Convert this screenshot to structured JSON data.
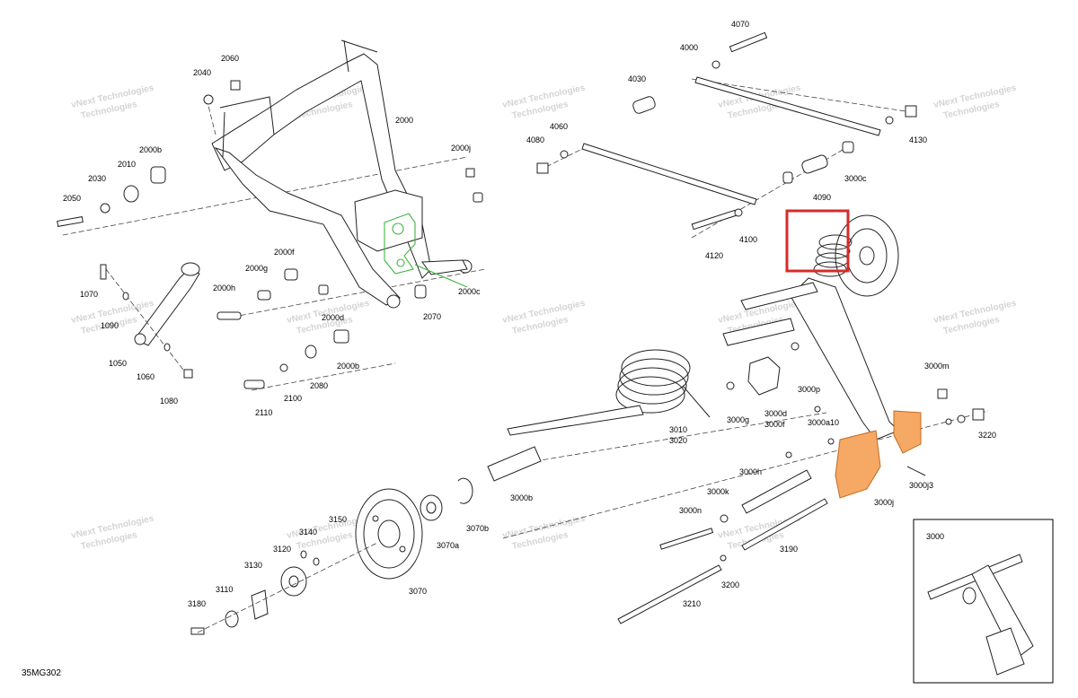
{
  "diagram_code": "35MG302",
  "watermark": {
    "line1": "vNext Technologies",
    "line2": "Technologies"
  },
  "highlight_color": "#d62b2b",
  "labels": {
    "p2000": "2000",
    "p2000b": "2000b",
    "p2000c": "2000c",
    "p2000d": "2000d",
    "p2000f": "2000f",
    "p2000g": "2000g",
    "p2000h": "2000h",
    "p2000j": "2000j",
    "p2010": "2010",
    "p2030": "2030",
    "p2040": "2040",
    "p2050": "2050",
    "p2060": "2060",
    "p2070": "2070",
    "p2080": "2080",
    "p2100": "2100",
    "p2110": "2110",
    "p1050": "1050",
    "p1060": "1060",
    "p1070": "1070",
    "p1080": "1080",
    "p1090": "1090",
    "p3000": "3000",
    "p3000a10": "3000a10",
    "p3000b": "3000b",
    "p3000c": "3000c",
    "p3000d": "3000d",
    "p3000f": "3000f",
    "p3000g": "3000g",
    "p3000h": "3000h",
    "p3000j": "3000j",
    "p3000j3": "3000j3",
    "p3000k": "3000k",
    "p3000m": "3000m",
    "p3000n": "3000n",
    "p3000p": "3000p",
    "p3010": "3010",
    "p3020": "3020",
    "p3070": "3070",
    "p3070a": "3070a",
    "p3070b": "3070b",
    "p3110": "3110",
    "p3120": "3120",
    "p3130": "3130",
    "p3140": "3140",
    "p3150": "3150",
    "p3180": "3180",
    "p3190": "3190",
    "p3200": "3200",
    "p3210": "3210",
    "p3220": "3220",
    "p4000": "4000",
    "p4030": "4030",
    "p4060": "4060",
    "p4070": "4070",
    "p4080": "4080",
    "p4090": "4090",
    "p4100": "4100",
    "p4120": "4120",
    "p4130": "4130"
  }
}
